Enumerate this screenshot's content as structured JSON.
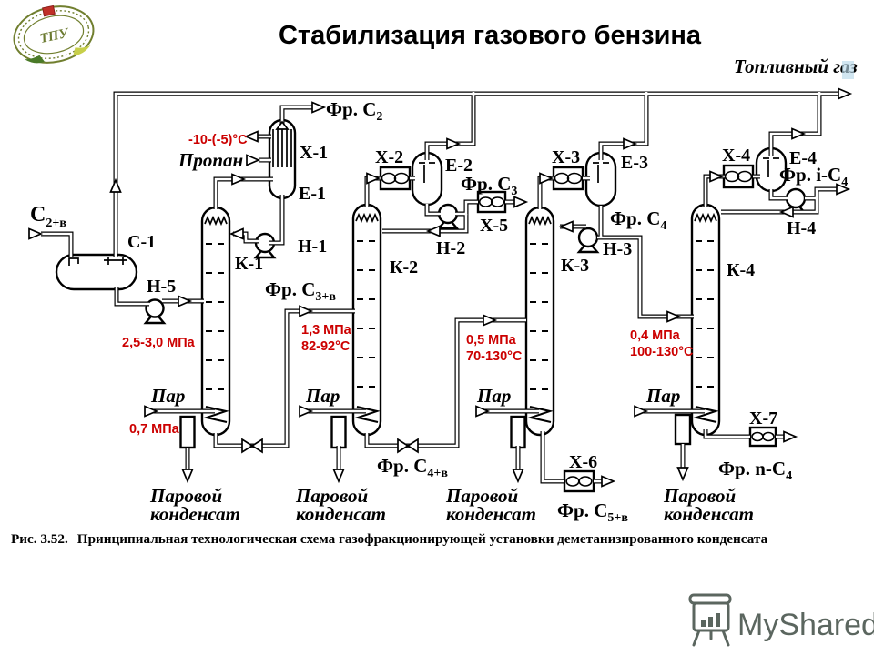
{
  "title": "Стабилизация газового бензина",
  "logo": {
    "monogram": "ТПУ"
  },
  "fig_caption": {
    "number": "Рис.  3.52.",
    "text": "Принципиальная технологическая схема газофракционирующей установки деметанизированного конденсата"
  },
  "watermark": {
    "label": "MyShared"
  },
  "equipment": {
    "s1": "С-1",
    "k1": "К-1",
    "k2": "К-2",
    "k3": "К-3",
    "k4": "К-4",
    "e1": "Е-1",
    "e2": "Е-2",
    "e3": "Е-3",
    "e4": "Е-4",
    "x1": "Х-1",
    "x2": "Х-2",
    "x3": "Х-3",
    "x4": "Х-4",
    "x5": "Х-5",
    "x6": "Х-6",
    "x7": "Х-7",
    "n1": "Н-1",
    "n2": "Н-2",
    "n3": "Н-3",
    "n4": "Н-4",
    "n5": "Н-5"
  },
  "streams": {
    "feed": {
      "base": "С",
      "sub": "2+в"
    },
    "fr_c2": {
      "base": "Фр. С",
      "sub": "2"
    },
    "fr_c3": {
      "base": "Фр. С",
      "sub": "3"
    },
    "fr_c3v": {
      "base": "Фр. С",
      "sub": "3+в"
    },
    "fr_c4": {
      "base": "Фр. С",
      "sub": "4"
    },
    "fr_ic4": {
      "base": "Фр. i-С",
      "sub": "4"
    },
    "fr_c4v": {
      "base": "Фр. С",
      "sub": "4+в"
    },
    "fr_c5v": {
      "base": "Фр. С",
      "sub": "5+в"
    },
    "fr_nc4": {
      "base": "Фр. n-С",
      "sub": "4"
    },
    "propane": "Пропан",
    "fuel_gas": "Топливный газ",
    "steam": "Пар",
    "steam_condensate": {
      "line1": "Паровой",
      "line2": "конденсат"
    }
  },
  "conditions": {
    "x1_temp": "-10-(-5)°С",
    "k1_pressure": "2,5-3,0 МПа",
    "k1_steam_pressure": "0,7 МПа",
    "k2_pressure": "1,3 МПа",
    "k2_temp": "82-92°С",
    "k3_pressure": "0,5 МПа",
    "k3_temp": "70-130°С",
    "k4_pressure": "0,4 МПа",
    "k4_temp": "100-130°С"
  },
  "colors": {
    "condition_text": "#cc0000",
    "diagram_line": "#000000",
    "watermark_text": "#5b665f"
  }
}
